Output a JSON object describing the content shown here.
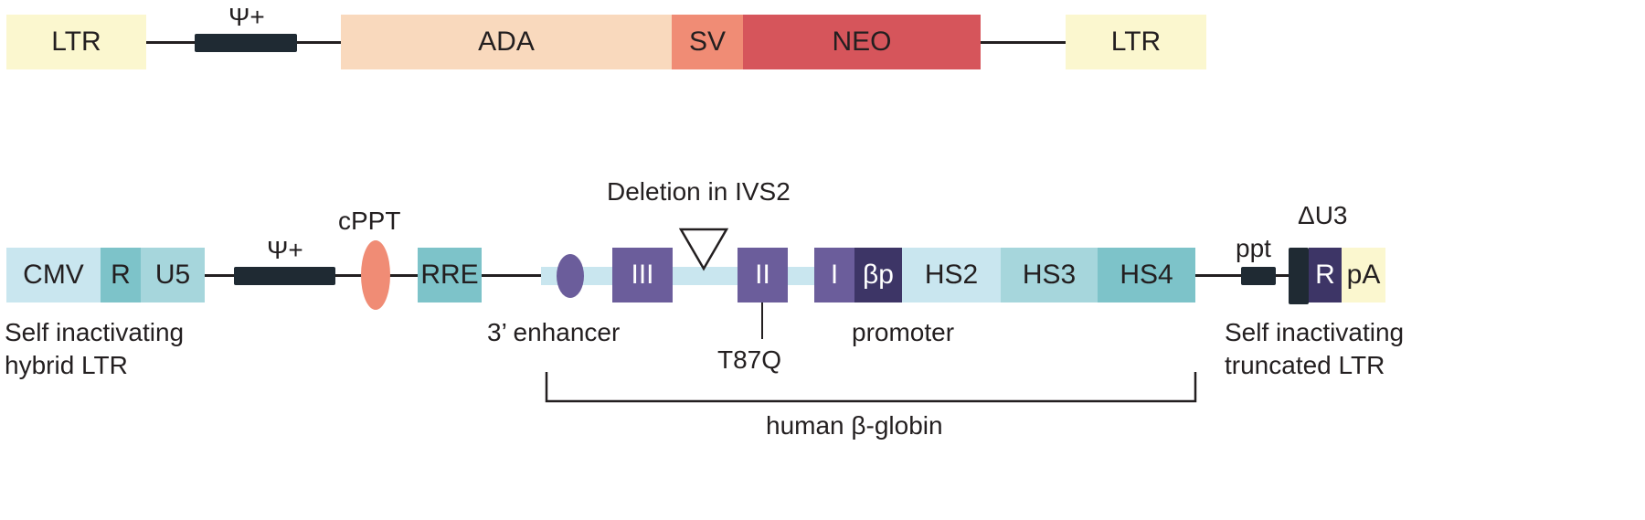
{
  "vector_top": {
    "ltr_left": "LTR",
    "psi": "Ψ+",
    "ada": "ADA",
    "sv": "SV",
    "neo": "NEO",
    "ltr_right": "LTR"
  },
  "vector_bottom": {
    "cmv": "CMV",
    "r_left": "R",
    "u5": "U5",
    "psi": "Ψ+",
    "cppt": "cPPT",
    "rre": "RRE",
    "deletion_label": "Deletion in IVS2",
    "exon3": "III",
    "exon2": "II",
    "exon1": "I",
    "beta_p": "βp",
    "hs2": "HS2",
    "hs3": "HS3",
    "hs4": "HS4",
    "delta_u3": "ΔU3",
    "ppt": "ppt",
    "r_right": "R",
    "pa": "pA",
    "left_ltr_caption_1": "Self inactivating",
    "left_ltr_caption_2": "hybrid LTR",
    "enhancer_caption": "3’ enhancer",
    "mutation_caption": "T87Q",
    "promoter_caption": "promoter",
    "right_ltr_caption_1": "Self inactivating",
    "right_ltr_caption_2": "truncated LTR",
    "globin_caption": "human β-globin"
  },
  "colors": {
    "ltr_yellow": "#fbf7cf",
    "ada_peach": "#f9d9bd",
    "sv_salmon": "#f08c75",
    "neo_red": "#d6555b",
    "light_blue": "#c9e6ef",
    "teal": "#7dc3c9",
    "purple": "#6b5d9b",
    "dark_purple": "#3d3566",
    "dark_bar": "#1f2a33"
  }
}
